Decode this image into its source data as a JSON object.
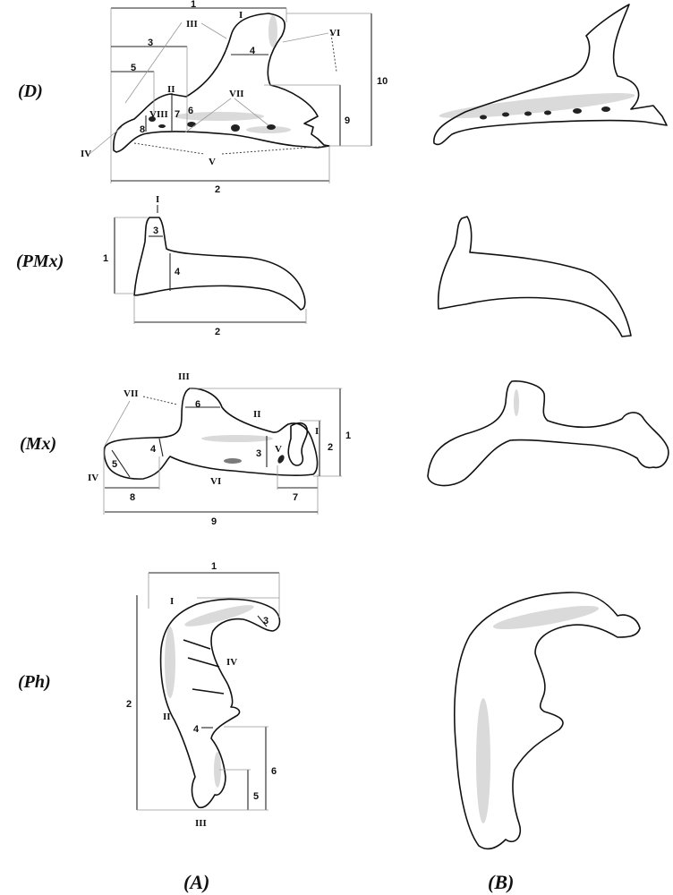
{
  "panels": {
    "D": "(D)",
    "PMx": "(PMx)",
    "Mx": "(Mx)",
    "Ph": "(Ph)"
  },
  "columns": {
    "A": "(A)",
    "B": "(B)"
  },
  "dentary": {
    "numbers": [
      "1",
      "2",
      "3",
      "4",
      "5",
      "6",
      "7",
      "8",
      "9",
      "10"
    ],
    "romans": [
      "I",
      "II",
      "III",
      "IV",
      "V",
      "VI",
      "VII",
      "VIII"
    ]
  },
  "premaxilla": {
    "numbers": [
      "1",
      "2",
      "3",
      "4"
    ],
    "romans": [
      "I"
    ]
  },
  "maxilla": {
    "numbers": [
      "1",
      "2",
      "3",
      "4",
      "5",
      "6",
      "7",
      "8",
      "9"
    ],
    "romans": [
      "I",
      "II",
      "III",
      "IV",
      "V",
      "VI",
      "VII"
    ]
  },
  "pharyngeal": {
    "numbers": [
      "1",
      "2",
      "3",
      "4",
      "5",
      "6"
    ],
    "romans": [
      "I",
      "II",
      "III",
      "IV"
    ]
  }
}
